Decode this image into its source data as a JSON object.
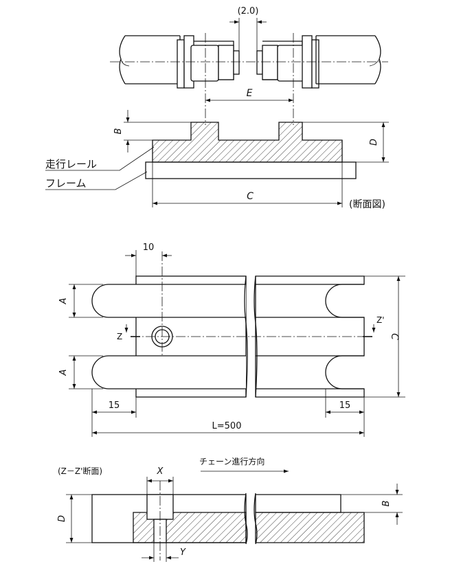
{
  "labels": {
    "gap": "(2.0)",
    "E": "E",
    "B": "B",
    "D": "D",
    "C": "C",
    "running_rail": "走行レール",
    "frame": "フレーム",
    "cross_section": "(断面図)",
    "dim_10": "10",
    "A": "A",
    "Z": "Z",
    "Z_prime": "Z'",
    "dim_15": "15",
    "L": "L=500",
    "zz_section": "(Z－Z'断面)",
    "chain_direction": "チェーン進行方向",
    "X": "X",
    "Y": "Y"
  }
}
